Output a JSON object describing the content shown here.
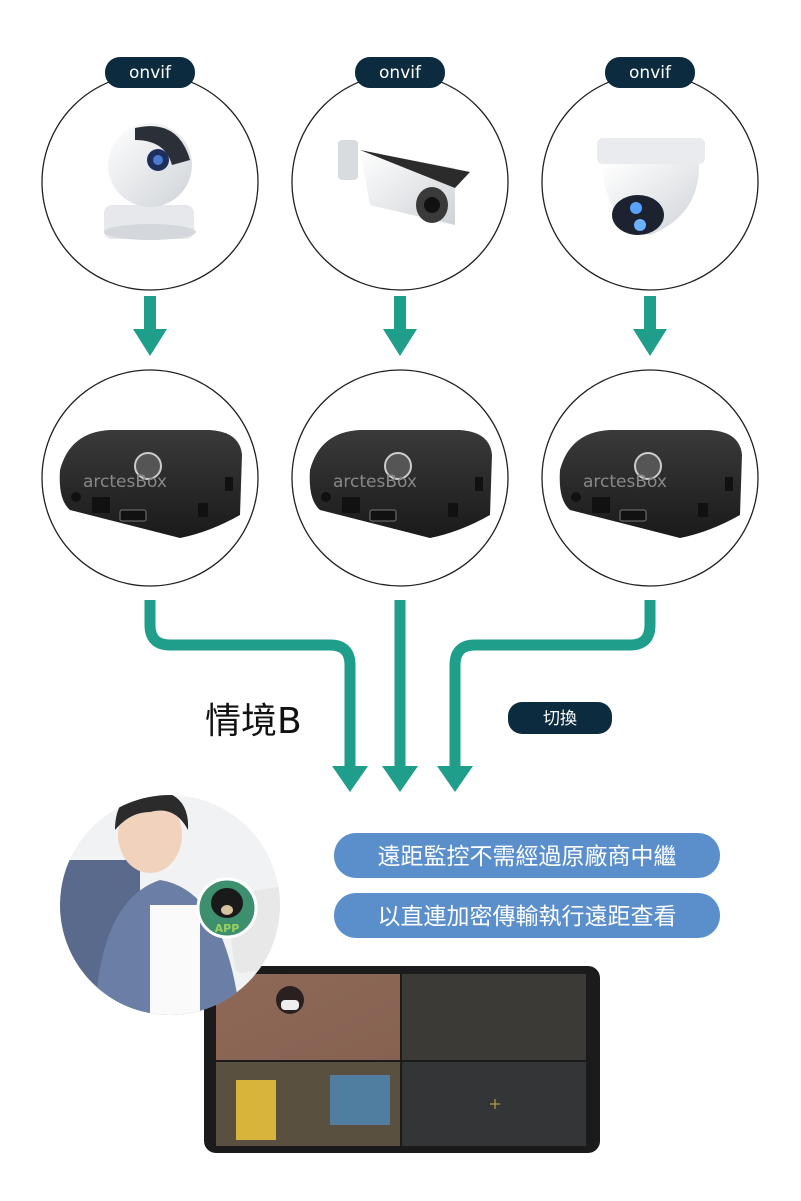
{
  "cameras": [
    {
      "protocol_label": "onvif",
      "type": "ptz-dome-camera"
    },
    {
      "protocol_label": "onvif",
      "type": "bullet-camera"
    },
    {
      "protocol_label": "onvif",
      "type": "turret-camera"
    }
  ],
  "boxes": [
    {
      "brand": "arctesBox"
    },
    {
      "brand": "arctesBox"
    },
    {
      "brand": "arctesBox"
    }
  ],
  "scenario_label": "情境B",
  "switch_button": "切換",
  "features": [
    "遠距監控不需經過原廠商中繼",
    "以直連加密傳輸執行遠距查看"
  ],
  "app_badge": "APP",
  "colors": {
    "arrow": "#1e9e8b",
    "pill_dark": "#0d2b3e",
    "pill_blue": "#5b8fcc",
    "badge_green": "#3d8f6e"
  }
}
